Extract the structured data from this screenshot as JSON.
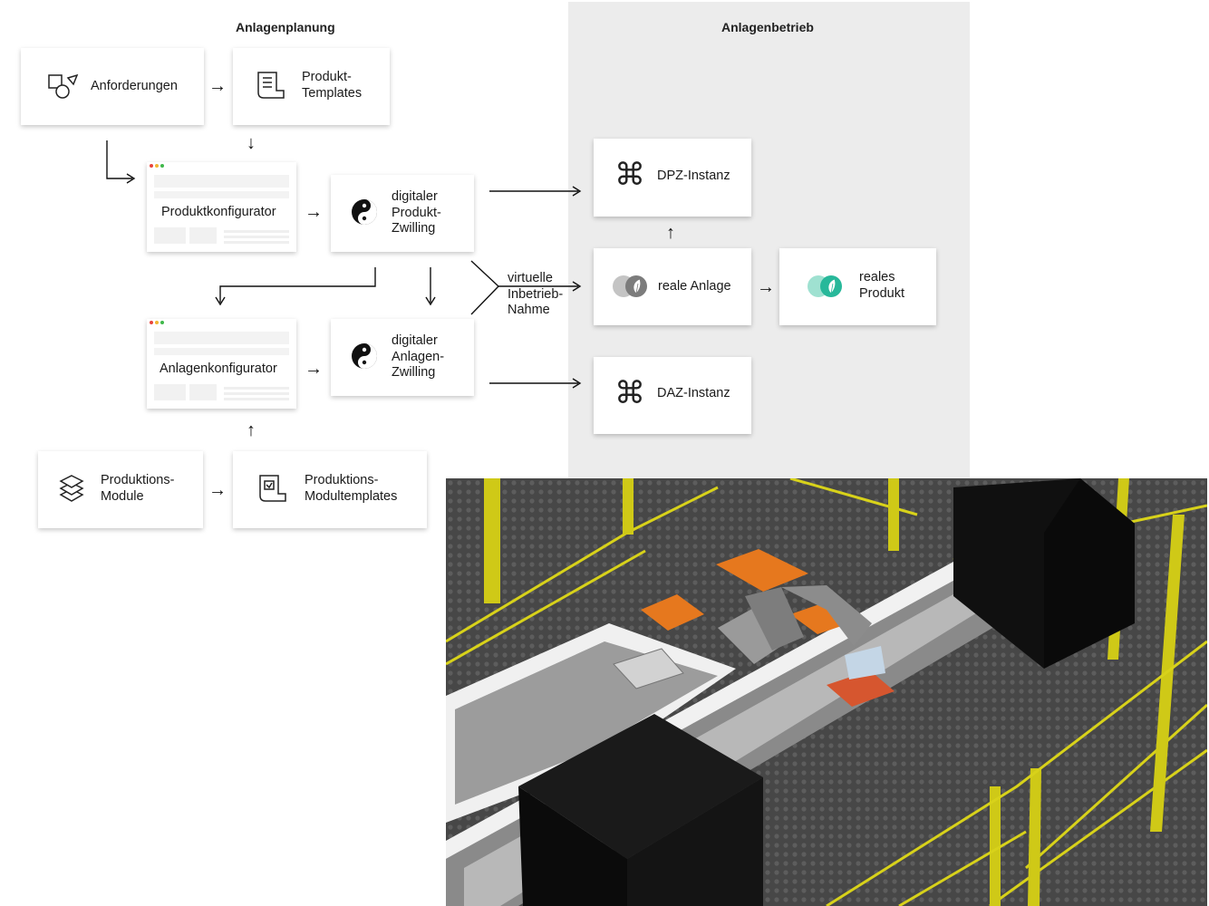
{
  "headings": {
    "planning": "Anlagenplanung",
    "operation": "Anlagenbetrieb"
  },
  "boxes": {
    "anforderungen": "Anforderungen",
    "produkt_templates": "Produkt-\nTemplates",
    "produktkonfigurator": "Produktkonfigurator",
    "dpz": "digitaler\nProdukt-\nZwilling",
    "anlagenkonfigurator": "Anlagenkonfigurator",
    "daz": "digitaler\nAnlagen-\nZwilling",
    "produktions_module": "Produktions-\nModule",
    "produktions_modultemplates": "Produktions-\nModultemplates",
    "dpz_instanz": "DPZ-Instanz",
    "reale_anlage": "reale Anlage",
    "reales_produkt": "reales\nProdukt",
    "daz_instanz": "DAZ-Instanz"
  },
  "virtual_commissioning": "virtuelle\nInbetrieb-\nNahme",
  "colors": {
    "accent_green": "#27b89a",
    "conveyor_orange": "#e6781e",
    "fence_yellow": "#d8d21a",
    "panel_bg": "#ececec"
  }
}
